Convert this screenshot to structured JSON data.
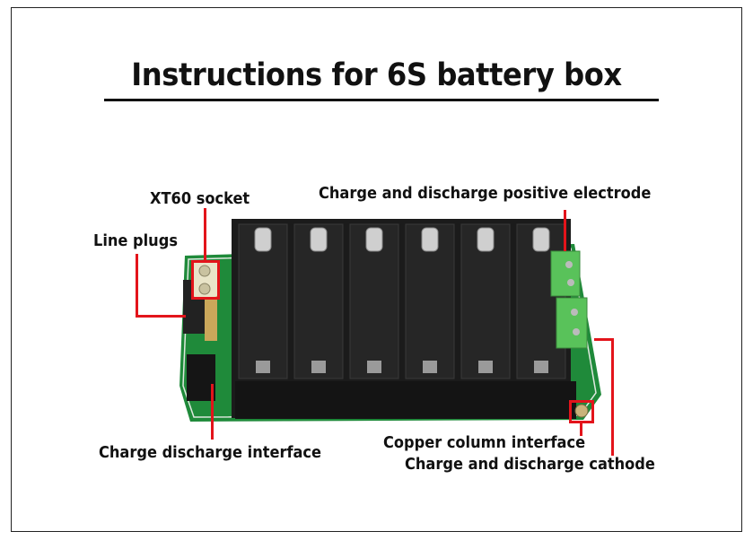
{
  "title": "Instructions for 6S battery box",
  "labels": {
    "xt60": "XT60 socket",
    "line_plugs": "Line plugs",
    "positive": "Charge and discharge positive electrode",
    "copper": "Copper column interface",
    "charge_interface": "Charge discharge interface",
    "cathode": "Charge and discharge cathode"
  },
  "colors": {
    "pointer": "#e3141b",
    "pcb": "#1f8a3a",
    "holder": "#1b1b1b",
    "terminal": "#59c25a"
  },
  "battery_slots": 6
}
